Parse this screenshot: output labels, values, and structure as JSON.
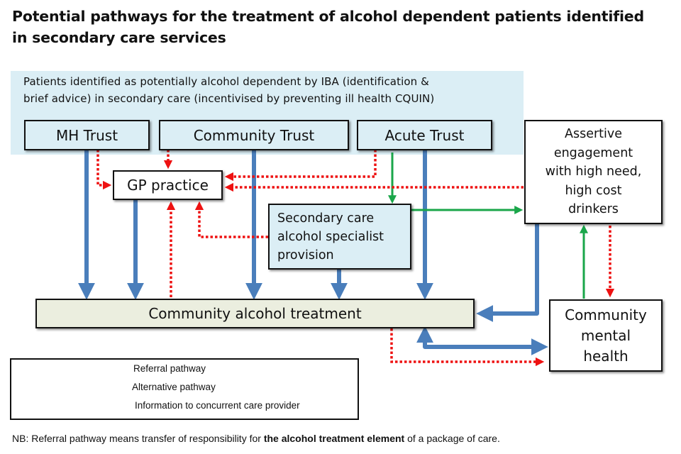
{
  "title": {
    "line1": "Potential pathways for the treatment of alcohol dependent patients identified",
    "line2": "in secondary care services"
  },
  "banner": {
    "line1": "Patients identified as potentially alcohol dependent  by IBA (identification &",
    "line2": "brief advice) in secondary care (incentivised by preventing ill health CQUIN)"
  },
  "nodes": {
    "mh_trust": "MH Trust",
    "community_trust": "Community Trust",
    "acute_trust": "Acute Trust",
    "gp_practice": "GP practice",
    "secondary_care": [
      "Secondary care",
      "alcohol specialist",
      "provision"
    ],
    "assertive": [
      "Assertive",
      "engagement",
      "with high need,",
      "high cost",
      "drinkers"
    ],
    "community_alcohol": "Community alcohol  treatment",
    "community_mental": [
      "Community",
      "mental",
      "health"
    ]
  },
  "legend": {
    "referral": "Referral pathway",
    "alternative": "Alternative pathway",
    "information": "Information to concurrent care provider"
  },
  "colors": {
    "referral": "#4a7ebb",
    "alternative": "#1aa64a",
    "information": "#ee1111"
  },
  "note": {
    "prefix": "NB: Referral pathway means transfer of responsibility for ",
    "bold": "the alcohol  treatment element",
    "suffix": " of a package of care."
  }
}
